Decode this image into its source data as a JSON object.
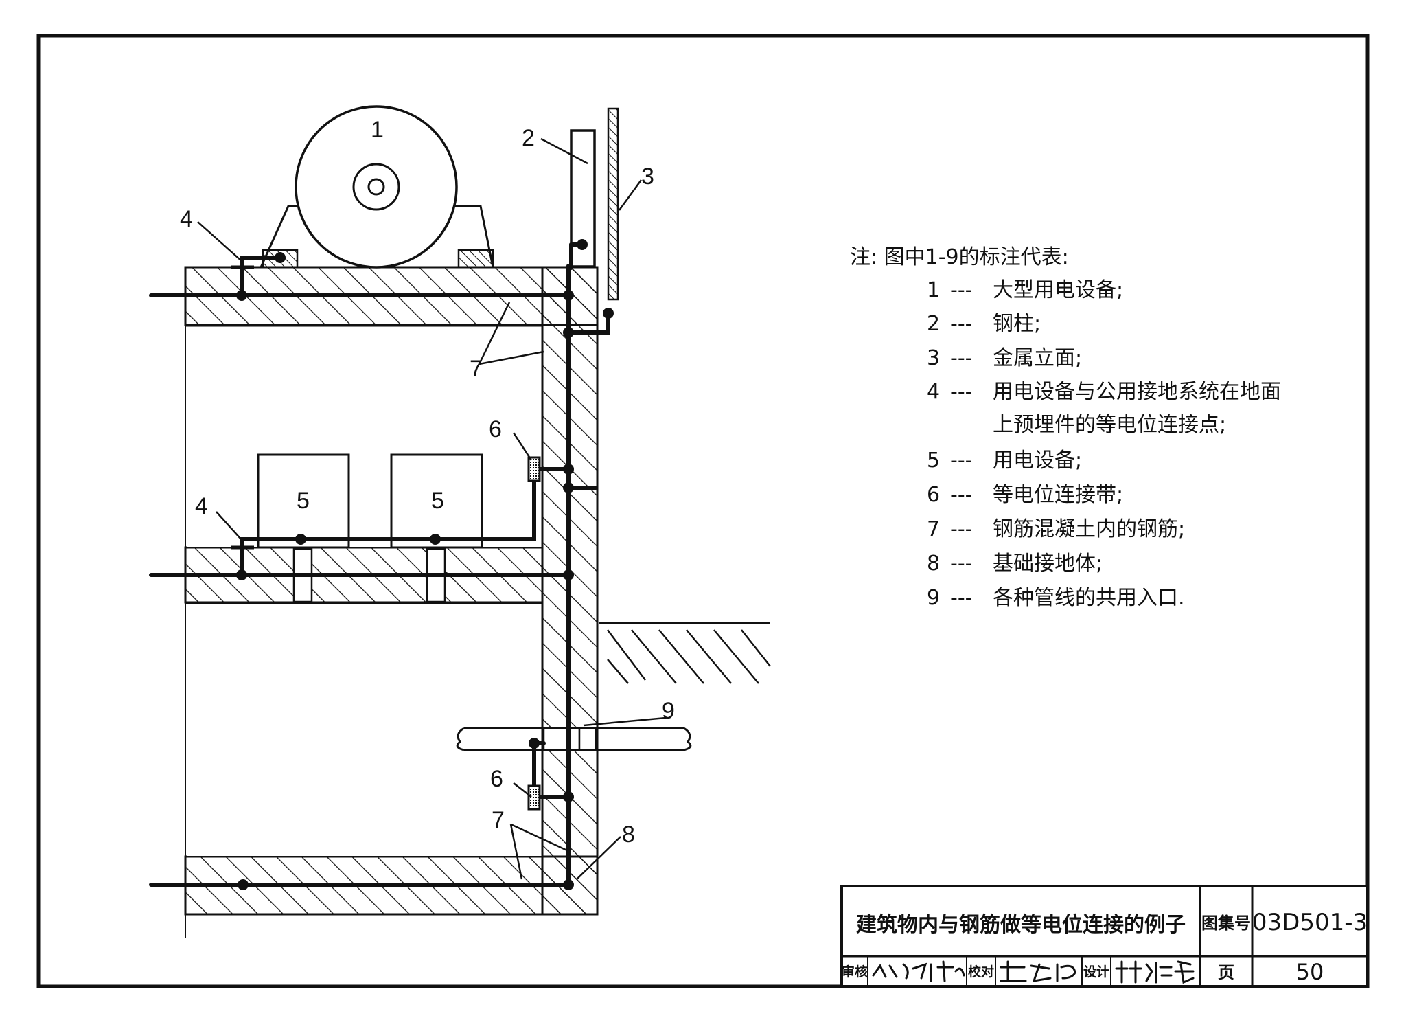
{
  "callouts": {
    "n1": "1",
    "n2": "2",
    "n3": "3",
    "n4a": "4",
    "n4b": "4",
    "n5a": "5",
    "n5b": "5",
    "n6a": "6",
    "n6b": "6",
    "n7a": "7",
    "n7b": "7",
    "n8": "8",
    "n9": "9"
  },
  "notes": {
    "title": "注: 图中1-9的标注代表:",
    "items": [
      {
        "num": "1",
        "sep": "---",
        "text": "大型用电设备;"
      },
      {
        "num": "2",
        "sep": "---",
        "text": "钢柱;"
      },
      {
        "num": "3",
        "sep": "---",
        "text": "金属立面;"
      },
      {
        "num": "4",
        "sep": "---",
        "text": "用电设备与公用接地系统在地面"
      },
      {
        "num": "",
        "sep": "",
        "text": "上预埋件的等电位连接点;"
      },
      {
        "num": "5",
        "sep": "---",
        "text": "用电设备;"
      },
      {
        "num": "6",
        "sep": "---",
        "text": "等电位连接带;"
      },
      {
        "num": "7",
        "sep": "---",
        "text": "钢筋混凝土内的钢筋;"
      },
      {
        "num": "8",
        "sep": "---",
        "text": "基础接地体;"
      },
      {
        "num": "9",
        "sep": "---",
        "text": "各种管线的共用入口."
      }
    ]
  },
  "title_block": {
    "title": "建筑物内与钢筋做等电位连接的例子",
    "atlas_label": "图集号",
    "atlas_no": "03D501-3",
    "review_label": "审核",
    "check_label": "校对",
    "design_label": "设计",
    "page_label": "页",
    "page_no": "50"
  }
}
